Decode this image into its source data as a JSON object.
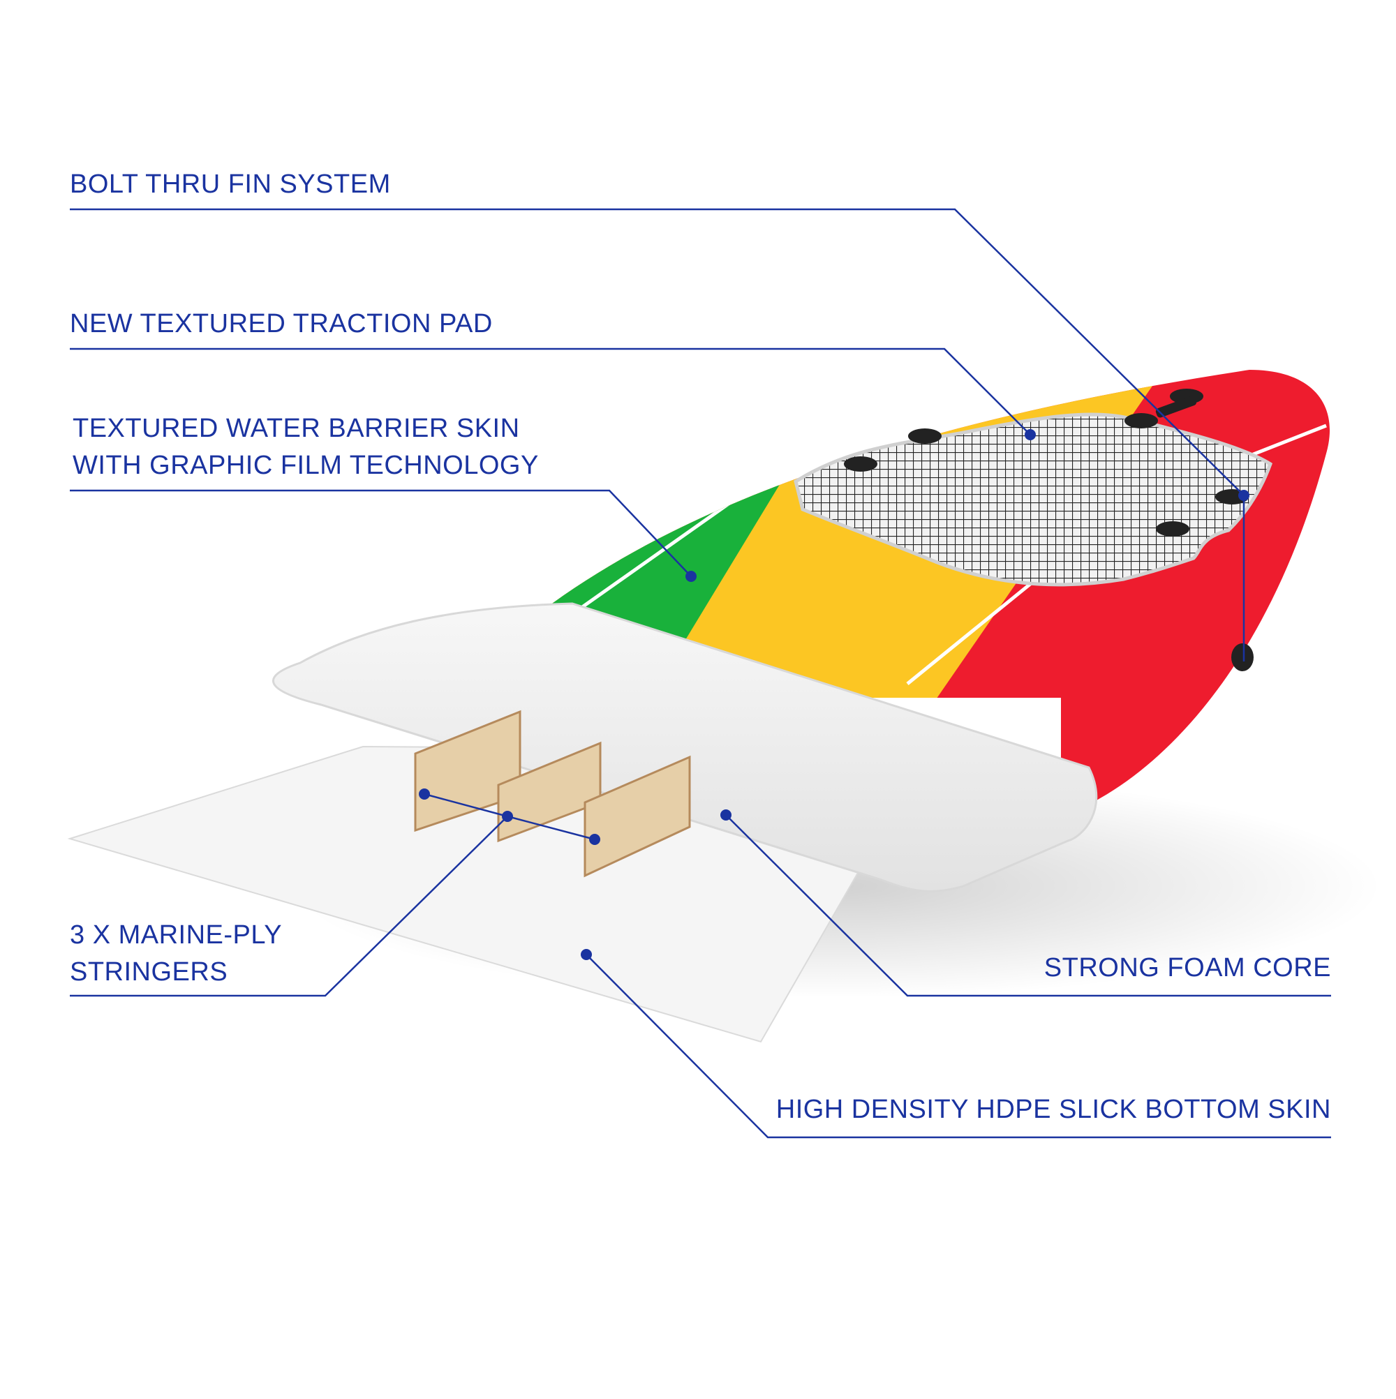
{
  "theme": {
    "label_color": "#1a33a0",
    "leader_color": "#1a33a0",
    "deck_green": "#19b13b",
    "deck_yellow": "#fcc623",
    "deck_red": "#ee1c2e",
    "foam_core": "#eeeeee",
    "stringer_wood": "#e6cfa8",
    "bottom_skin": "#f5f5f5"
  },
  "callouts": {
    "fin_system": "BOLT THRU FIN SYSTEM",
    "traction_pad": "NEW TEXTURED TRACTION PAD",
    "water_barrier_line1": "TEXTURED WATER BARRIER SKIN",
    "water_barrier_line2": "WITH GRAPHIC FILM TECHNOLOGY",
    "stringers_line1": "3 X MARINE-PLY",
    "stringers_line2": "STRINGERS",
    "foam_core": "STRONG FOAM CORE",
    "bottom_skin": "HIGH DENSITY HDPE SLICK BOTTOM SKIN"
  }
}
